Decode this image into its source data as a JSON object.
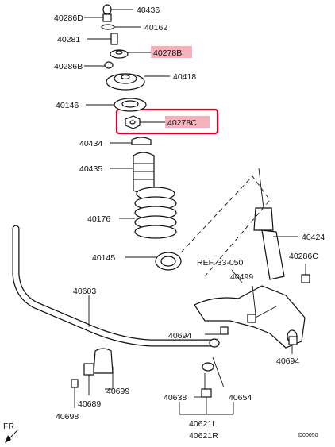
{
  "colors": {
    "highlight_fill": "#f4b3bb",
    "highlight_outline": "#d8002a",
    "ink": "#111111"
  },
  "labels": {
    "p40436": "40436",
    "p40286D": "40286D",
    "p40162": "40162",
    "p40281": "40281",
    "p40278B": "40278B",
    "p40286B": "40286B",
    "p40418": "40418",
    "p40146": "40146",
    "p40278C": "40278C",
    "p40434": "40434",
    "p40435": "40435",
    "p40176": "40176",
    "p40424": "40424",
    "p40145": "40145",
    "ref": "REF. 33-050",
    "p40286C": "40286C",
    "p40499": "40499",
    "p40603": "40603",
    "p40694a": "40694",
    "p40694b": "40694",
    "p40699": "40699",
    "p40689": "40689",
    "p40698": "40698",
    "p40638": "40638",
    "p40654": "40654",
    "p40621L": "40621L",
    "p40621R": "40621R",
    "fr": "FR",
    "code": "D00050"
  }
}
